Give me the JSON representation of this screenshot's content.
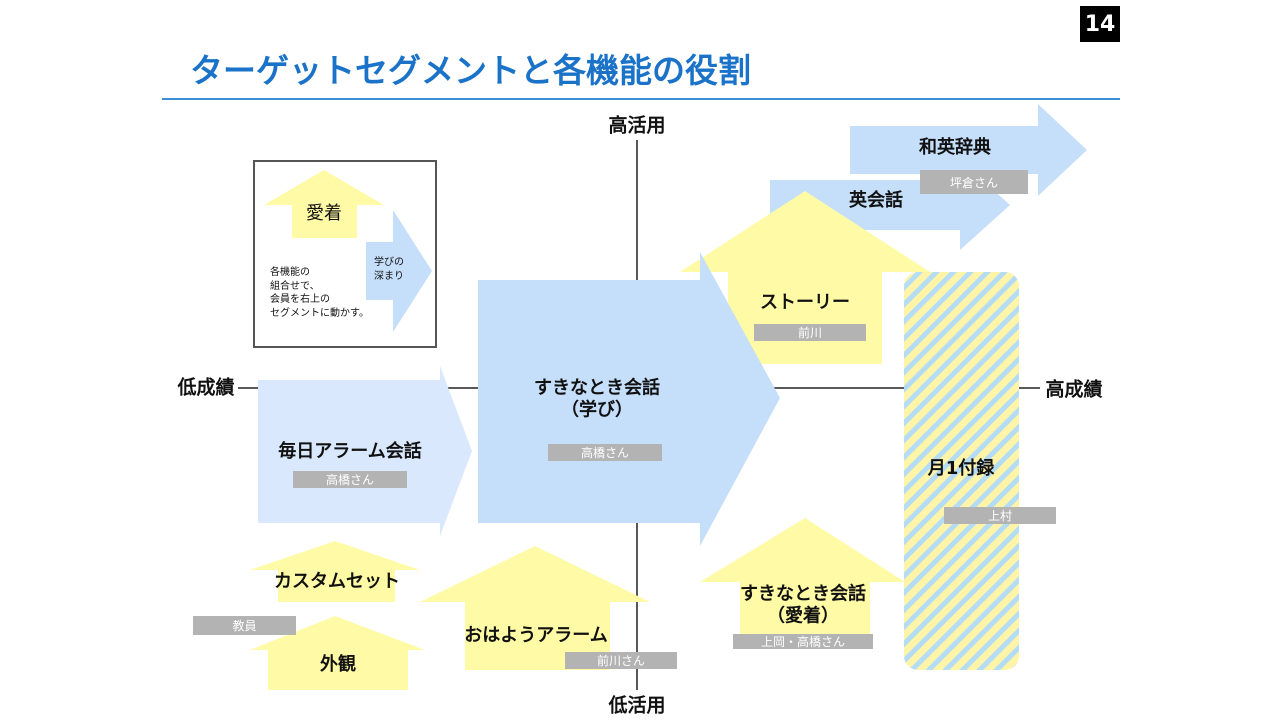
{
  "slide": {
    "page_number": "14",
    "title": "ターゲットセグメントと各機能の役割"
  },
  "axes": {
    "top": "高活用",
    "bottom": "低活用",
    "left": "低成績",
    "right": "高成績"
  },
  "legend": {
    "attachment": "愛着",
    "deep_learning": "学びの\n深まり",
    "description": "各機能の\n組合せで、\n会員を右上の\nセグメントに動かす。"
  },
  "features": {
    "wa_ei": {
      "name": "和英辞典",
      "owner": "坪倉さん"
    },
    "eikaiwa": {
      "name": "英会話"
    },
    "story": {
      "name": "ストーリー",
      "owner": "前川"
    },
    "sukinatoki_manabi": {
      "name": "すきなとき会話\n（学び）",
      "owner": "高橋さん"
    },
    "mainichi_alarm": {
      "name": "毎日アラーム会話",
      "owner": "高橋さん"
    },
    "getsu_furoku": {
      "name": "月1付録",
      "owner": "上村"
    },
    "custom_set": {
      "name": "カスタムセット",
      "owner": "教員"
    },
    "gaikan": {
      "name": "外観"
    },
    "ohayou_alarm": {
      "name": "おはようアラーム",
      "owner": "前川さん"
    },
    "sukinatoki_aichaku": {
      "name": "すきなとき会話\n（愛着）",
      "owner": "上岡・高橋さん"
    }
  },
  "colors": {
    "blue_arrow": "#c5defa",
    "light_blue_arrow": "#d9e8fc",
    "yellow_arrow": "#fffaa6",
    "title": "#1a73c8",
    "tag": "#b3b3b3",
    "hatch_a": "#fff4a8",
    "hatch_b": "#b4dcf5"
  }
}
